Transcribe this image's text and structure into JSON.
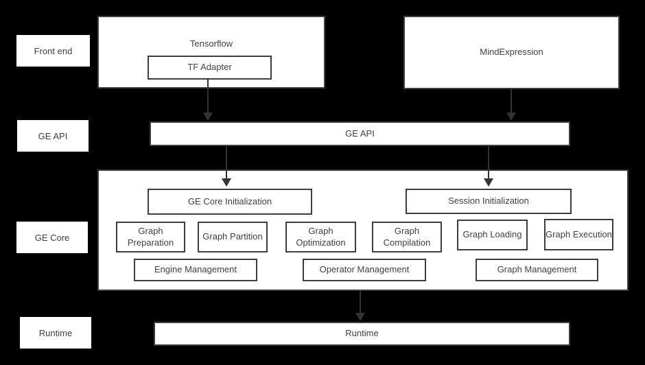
{
  "layer_labels": {
    "front_end": "Front end",
    "ge_api": "GE API",
    "ge_core": "GE Core",
    "runtime": "Runtime"
  },
  "front_end": {
    "tensorflow_label": "Tensorflow",
    "tf_adapter_label": "TF Adapter",
    "mindexpression_label": "MindExpression"
  },
  "ge_api": {
    "bar_label": "GE API"
  },
  "ge_core": {
    "ge_core_initialization": "GE Core Initialization",
    "session_initialization": "Session Initialization",
    "stages": [
      "Graph Preparation",
      "Graph Partition",
      "Graph Optimization",
      "Graph Compilation",
      "Graph Loading",
      "Graph Execution"
    ],
    "management": [
      "Engine Management",
      "Operator Management",
      "Graph Management"
    ]
  },
  "runtime": {
    "bar_label": "Runtime"
  },
  "colors": {
    "background": "#000000",
    "box_fill": "#ffffff",
    "box_border": "#3d3d3d",
    "text": "#3f3f3f",
    "arrow": "#333333"
  }
}
